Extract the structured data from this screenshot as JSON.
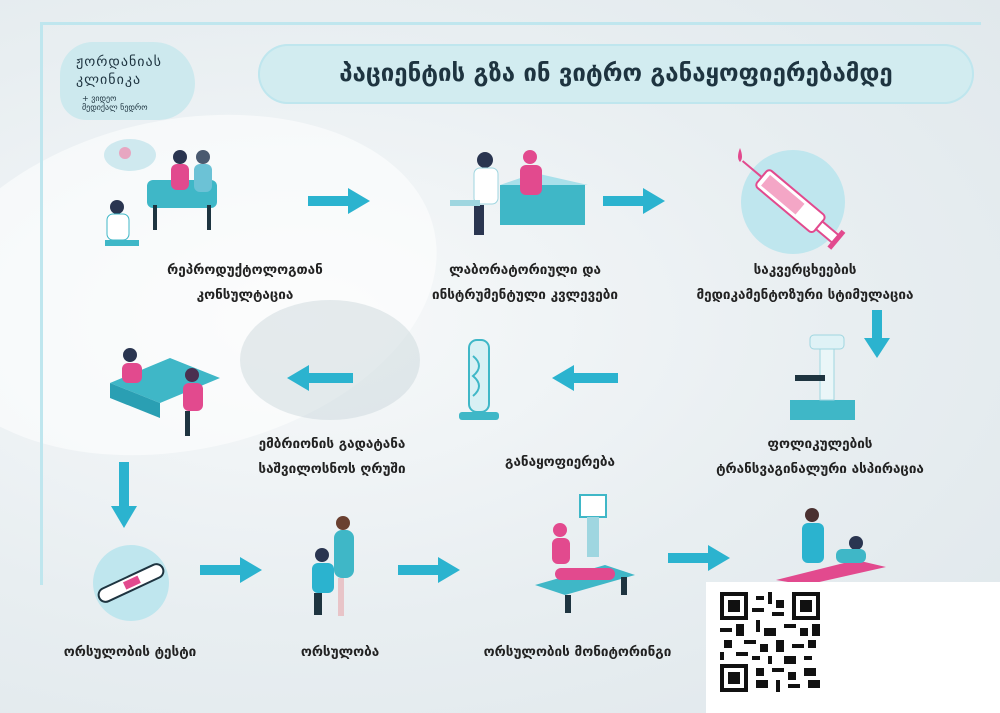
{
  "logo": {
    "line1": "ჟორდანიას",
    "line2": "კლინიკა",
    "tagline": "+ ვიდეო მედიქალ ნედრო"
  },
  "title": "პაციენტის გზა ინ ვიტრო განაყოფიერებამდე",
  "steps": [
    {
      "line1": "რეპროდუქტოლოგთან",
      "line2": "კონსულტაცია"
    },
    {
      "line1": "ლაბორატორიული და",
      "line2": "ინსტრუმენტული კვლევები"
    },
    {
      "line1": "საკვერცხეების",
      "line2": "მედიკამენტოზური სტიმულაცია"
    },
    {
      "line1": "ფოლიკულების",
      "line2": "ტრანსვაგინალური ასპირაცია"
    },
    {
      "line1": "განაყოფიერება",
      "line2": ""
    },
    {
      "line1": "ემბრიონის გადატანა",
      "line2": "საშვილოსნოს ღრუში"
    },
    {
      "line1": "ორსულობის ტესტი",
      "line2": ""
    },
    {
      "line1": "ორსულობა",
      "line2": ""
    },
    {
      "line1": "ორსულობის მონიტორინგი",
      "line2": ""
    }
  ],
  "colors": {
    "accent": "#2bb3cf",
    "pink": "#e24a8e",
    "teal": "#3fb7c7",
    "dark": "#1e3440"
  }
}
